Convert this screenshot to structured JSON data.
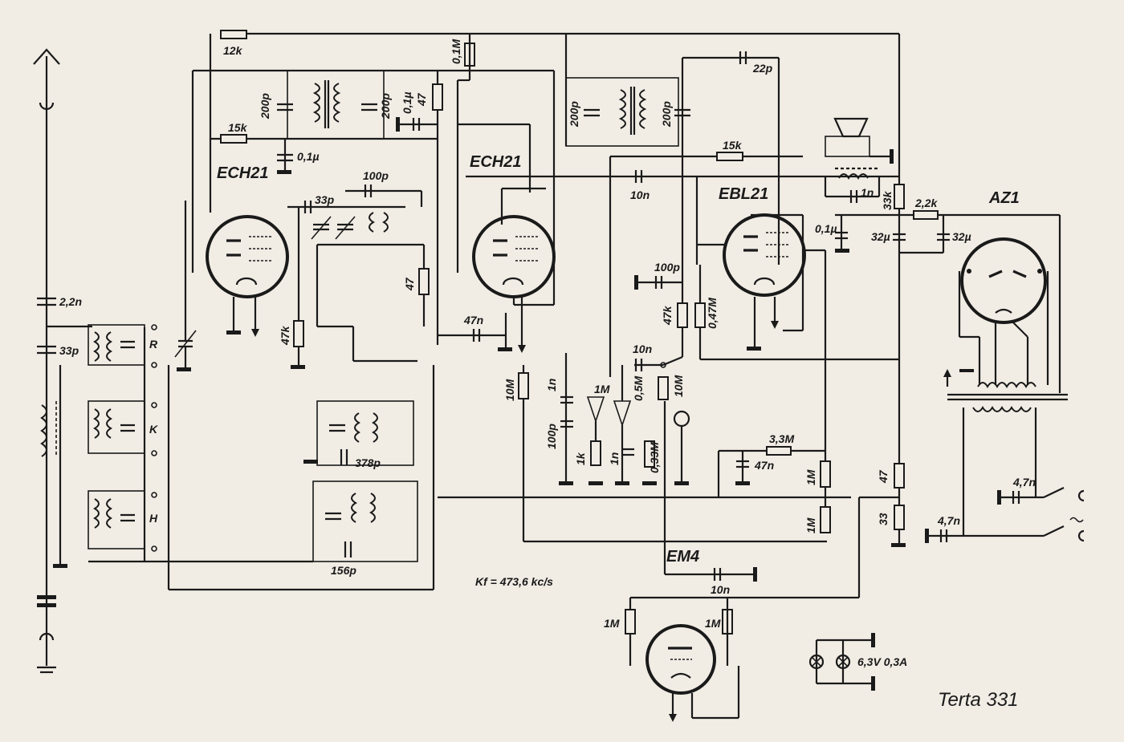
{
  "tubes": {
    "mixer": "ECH21",
    "if_amp": "ECH21",
    "output": "EBL21",
    "rectifier": "AZ1",
    "indicator": "EM4"
  },
  "labels": {
    "r_12k": "12k",
    "r_15k_top": "15k",
    "r_15k_mid": "15k",
    "r_01M": "0,1M",
    "r_47_top": "47",
    "c_01u_top": "0,1µ",
    "c_200p_1": "200p",
    "c_200p_2": "200p",
    "c_200p_3": "200p",
    "c_200p_4": "200p",
    "c_01u_a": "0,1µ",
    "c_22p": "22p",
    "c_33p": "33p",
    "c_100p_osc": "100p",
    "c_10n_mid": "10n",
    "r_47_osc": "47",
    "r_47k_a": "47k",
    "c_47n_a": "47n",
    "c_100p_det": "100p",
    "r_47k_b": "47k",
    "r_047M": "0,47M",
    "c_1n_spk": "1n",
    "r_33k": "33k",
    "r_22k": "2,2k",
    "c_01u_b": "0,1µ",
    "c_32u_a": "32µ",
    "c_32u_b": "32µ",
    "c_22n_ant": "2,2n",
    "c_33p_ant": "33p",
    "band_r": "R",
    "band_k": "K",
    "band_h": "H",
    "r_10M_a": "10M",
    "c_1n_a": "1n",
    "c_100p_b": "100p",
    "r_1k": "1k",
    "pot_1M": "1M",
    "c_10n_b": "10n",
    "pot_05M": "0,5M",
    "c_1n_b": "1n",
    "r_033M": "0,33M",
    "r_10M_b": "10M",
    "c_378p": "378p",
    "c_156p": "156p",
    "r_33M": "3,3M",
    "c_47n_b": "47n",
    "r_1M_a": "1M",
    "r_1M_b": "1M",
    "r_47_ps": "47",
    "r_33_ps": "33",
    "c_47n_mains_a": "4,7n",
    "c_47n_mains_b": "4,7n",
    "c_10n_em4": "10n",
    "r_1M_em4_a": "1M",
    "r_1M_em4_b": "1M",
    "lamp_rating": "6,3V 0,3A",
    "if_freq": "Kf = 473,6 kc/s",
    "model": "Terta 331"
  }
}
